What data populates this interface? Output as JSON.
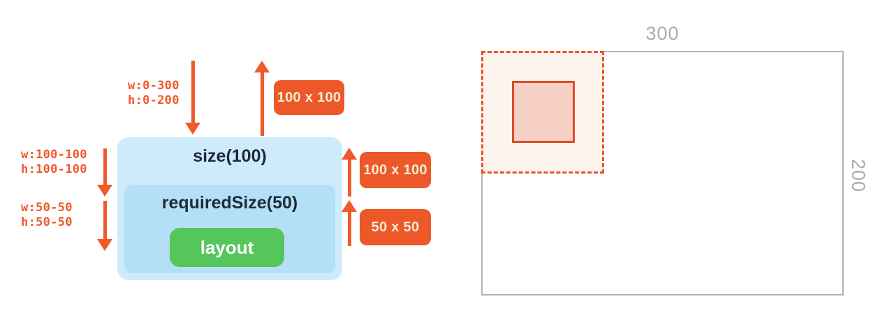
{
  "colors": {
    "orange": "#EE5A2B",
    "badge_background": "#EC5828",
    "badge_text": "#F9EBD2",
    "outer_box_blue": "#CEEBFB",
    "inner_box_blue": "#B4DFF7",
    "layout_green": "#55C65C",
    "dark_text": "#1F2B38",
    "gray_border": "#B3B3B3",
    "gray_text": "#A8ADB2",
    "dashed_border": "#E9532B",
    "dashed_fill": "#FDF4EE",
    "placed_square_border": "#DC4B27",
    "placed_square_fill": "#F6D0C4"
  },
  "left_diagram": {
    "incoming_constraints": {
      "line1": "w:0-300",
      "line2": "h:0-200"
    },
    "top_result_badge": "100 x 100",
    "outer_modifier_label": "size(100)",
    "inner_modifier_label": "requiredSize(50)",
    "layout_node_label": "layout",
    "outer_constraints": {
      "line1": "w:100-100",
      "line2": "h:100-100"
    },
    "inner_constraints": {
      "line1": "w:50-50",
      "line2": "h:50-50"
    },
    "outer_size_badge": "100 x 100",
    "inner_size_badge": "50 x 50"
  },
  "right_diagram": {
    "width_label": "300",
    "height_label": "200"
  }
}
